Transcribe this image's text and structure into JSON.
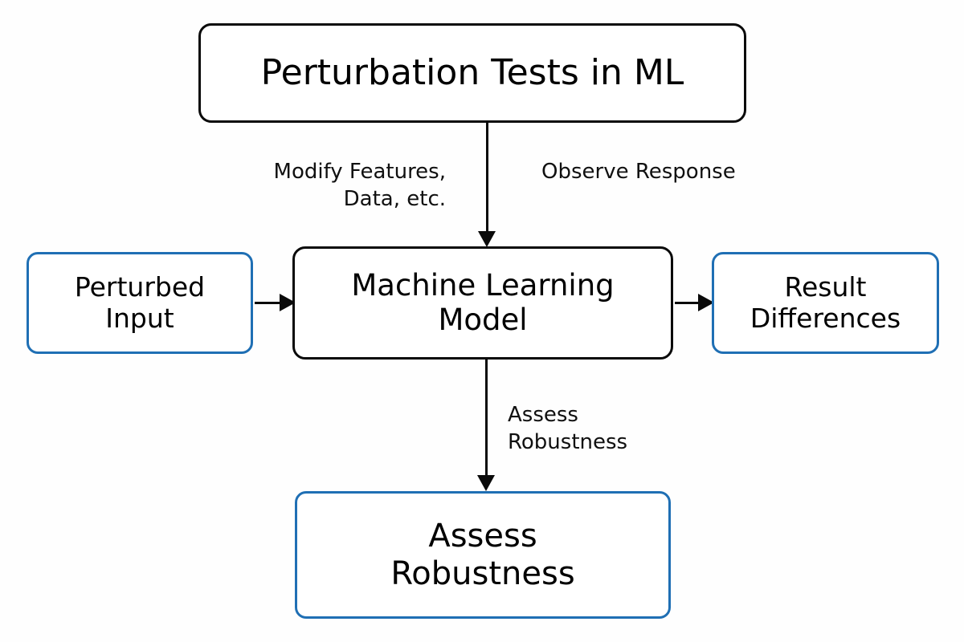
{
  "diagram": {
    "title": "Perturbation Tests in ML",
    "background_color": "#fefefe",
    "accent_color": "#1f6fb4",
    "outline_color": "#0a0a0a",
    "nodes": [
      {
        "id": "title",
        "label": "Perturbation Tests in ML",
        "border_color": "#0a0a0a"
      },
      {
        "id": "perturbed-input",
        "label": "Perturbed\nInput",
        "border_color": "#1f6fb4"
      },
      {
        "id": "model",
        "label": "Machine Learning\nModel",
        "border_color": "#0a0a0a"
      },
      {
        "id": "result-differences",
        "label": "Result\nDifferences",
        "border_color": "#1f6fb4"
      },
      {
        "id": "assess-robustness",
        "label": "Assess\nRobustness",
        "border_color": "#1f6fb4"
      }
    ],
    "edges": [
      {
        "id": "title-to-model",
        "from": "title",
        "to": "model",
        "direction": "down"
      },
      {
        "id": "input-to-model",
        "from": "perturbed-input",
        "to": "model",
        "direction": "right"
      },
      {
        "id": "model-to-result",
        "from": "model",
        "to": "result-differences",
        "direction": "right"
      },
      {
        "id": "model-to-assess",
        "from": "model",
        "to": "assess-robustness",
        "direction": "down"
      }
    ],
    "edge_labels": {
      "modify": "Modify Features,\nData, etc.",
      "observe": "Observe Response",
      "assess": "Assess\nRobustness"
    }
  }
}
